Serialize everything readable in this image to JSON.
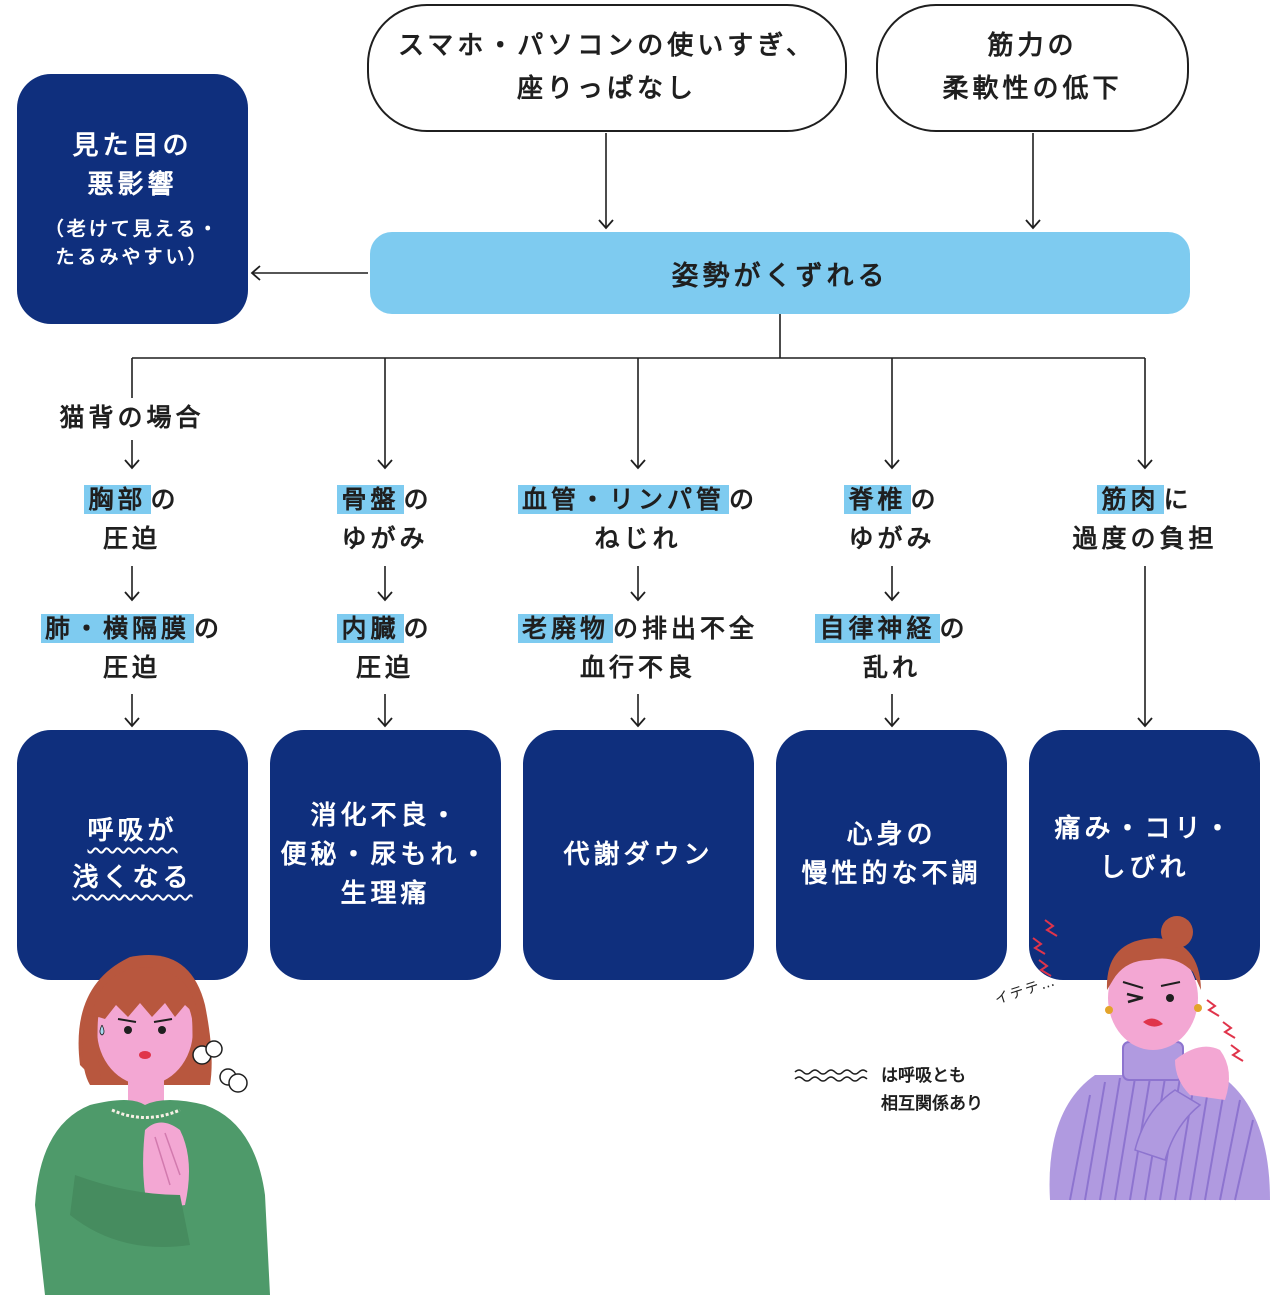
{
  "causes": {
    "smartphone": [
      "スマホ・パソコンの使いすぎ、",
      "座りっぱなし"
    ],
    "muscle": [
      "筋力の",
      "柔軟性の低下"
    ]
  },
  "central": "姿勢がくずれる",
  "appearance": {
    "title": [
      "見た目の",
      "悪影響"
    ],
    "note": [
      "（老けて見える・",
      "たるみやすい）"
    ]
  },
  "branch_note": "猫背の場合",
  "columns": [
    {
      "step1": {
        "hl": "胸部",
        "rest": "の",
        "line2": "圧迫"
      },
      "step2": {
        "hl": "肺・横隔膜",
        "rest": "の",
        "line2": "圧迫"
      },
      "result": [
        "呼吸が",
        "浅くなる"
      ]
    },
    {
      "step1": {
        "hl": "骨盤",
        "rest": "の",
        "line2": "ゆがみ"
      },
      "step2": {
        "hl": "内臓",
        "rest": "の",
        "line2": "圧迫"
      },
      "result": [
        "消化不良・",
        "便秘・尿もれ・",
        "生理痛"
      ]
    },
    {
      "step1": {
        "hl": "血管・リンパ管",
        "rest": "の",
        "line2": "ねじれ"
      },
      "step2": {
        "hl": "老廃物",
        "rest": "の排出不全",
        "line2": "血行不良"
      },
      "result": [
        "代謝ダウン"
      ]
    },
    {
      "step1": {
        "hl": "脊椎",
        "rest": "の",
        "line2": "ゆがみ"
      },
      "step2": {
        "hl": "自律神経",
        "rest": "の",
        "line2": "乱れ"
      },
      "result": [
        "心身の",
        "慢性的な不調"
      ]
    },
    {
      "step1": {
        "hl": "筋肉",
        "rest": "に",
        "line2": "過度の負担"
      },
      "result": [
        "痛み・コリ・",
        "しびれ"
      ]
    }
  ],
  "legend": [
    "は呼吸とも",
    "相互関係あり"
  ],
  "pain_exclaim": "イテテ…",
  "colors": {
    "navy": "#0f2f7d",
    "lightblue": "#7ecbf0",
    "line": "#1f1f1f"
  }
}
